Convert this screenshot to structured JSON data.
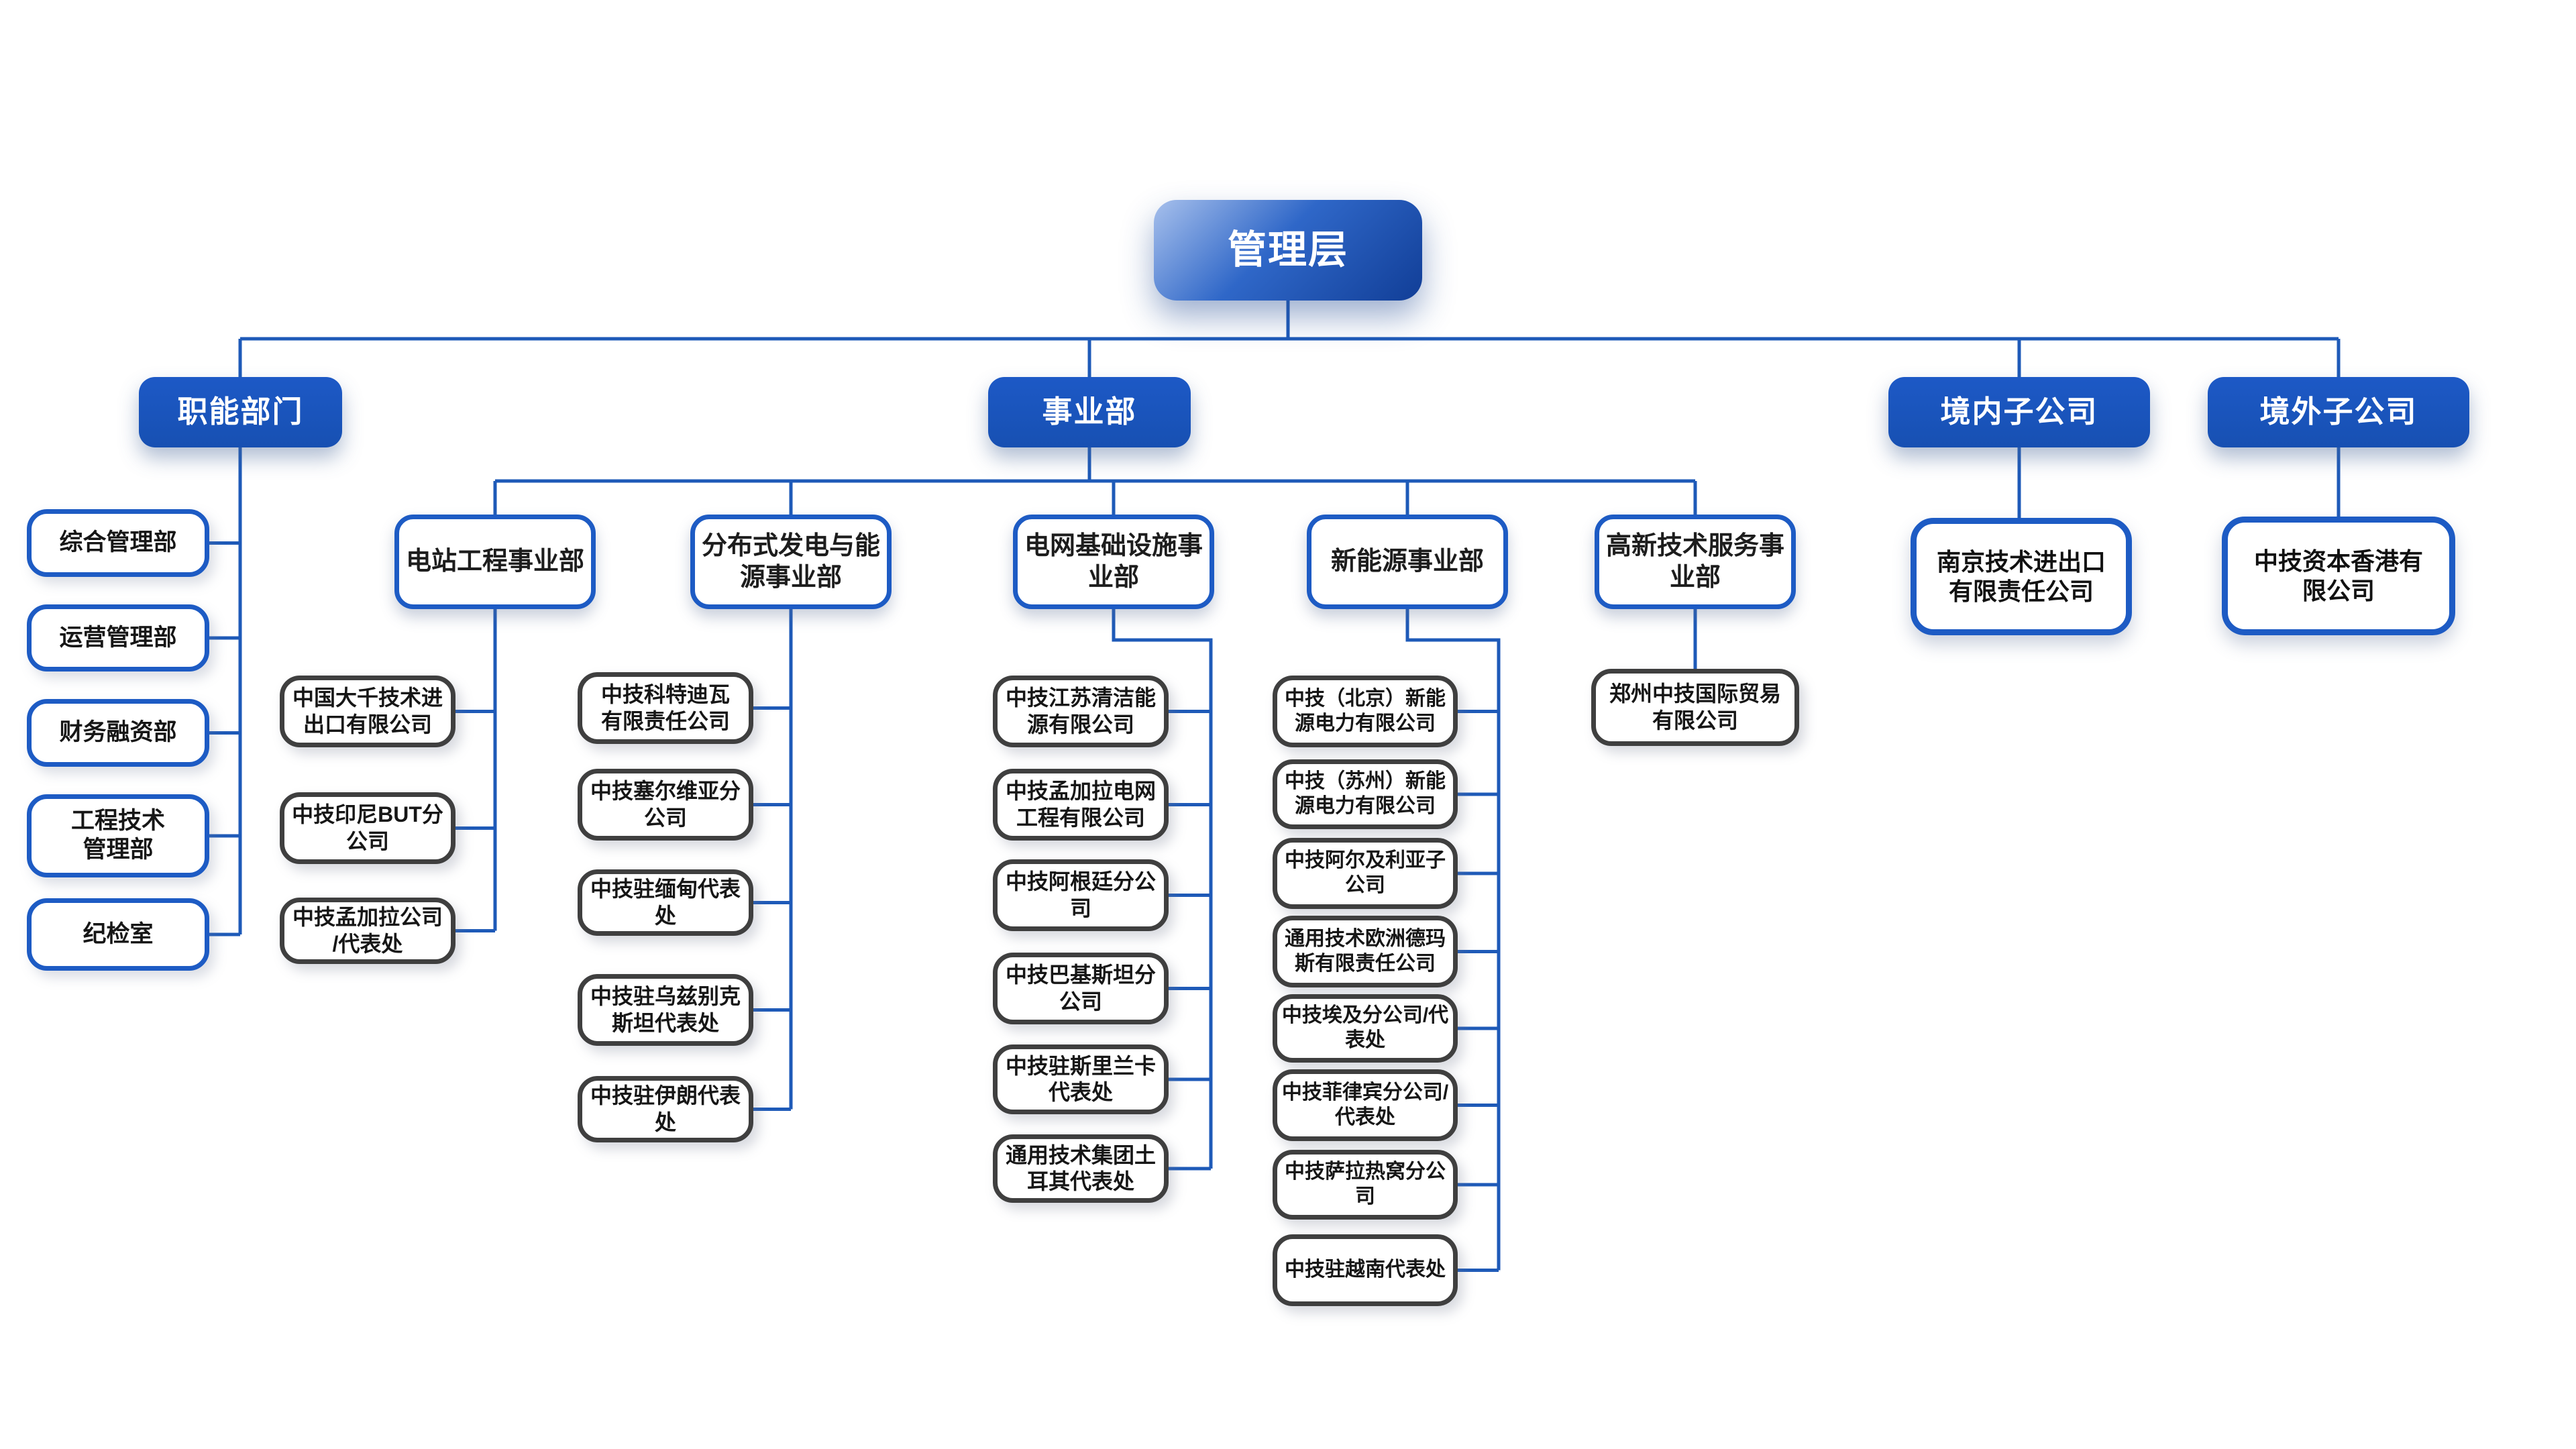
{
  "chart": {
    "root": {
      "id": "mgmt",
      "label": "管理层"
    },
    "groups": [
      {
        "id": "func",
        "label": "职能部门",
        "children": [
          {
            "id": "func-1",
            "label": "综合管理部"
          },
          {
            "id": "func-2",
            "label": "运营管理部"
          },
          {
            "id": "func-3",
            "label": "财务融资部"
          },
          {
            "id": "func-4",
            "label": "工程技术\n管理部"
          },
          {
            "id": "func-5",
            "label": "纪检室"
          }
        ]
      },
      {
        "id": "biz",
        "label": "事业部",
        "divisions": [
          {
            "id": "div-power",
            "label": "电站工程事业部",
            "children": [
              {
                "id": "power-1",
                "label": "中国大千技术进\n出口有限公司"
              },
              {
                "id": "power-2",
                "label": "中技印尼BUT分\n公司"
              },
              {
                "id": "power-3",
                "label": "中技孟加拉公司\n/代表处"
              }
            ]
          },
          {
            "id": "div-dist",
            "label": "分布式发电与能\n源事业部",
            "children": [
              {
                "id": "dist-1",
                "label": "中技科特迪瓦\n有限责任公司"
              },
              {
                "id": "dist-2",
                "label": "中技塞尔维亚分\n公司"
              },
              {
                "id": "dist-3",
                "label": "中技驻缅甸代表\n处"
              },
              {
                "id": "dist-4",
                "label": "中技驻乌兹别克\n斯坦代表处"
              },
              {
                "id": "dist-5",
                "label": "中技驻伊朗代表\n处"
              }
            ]
          },
          {
            "id": "div-grid",
            "label": "电网基础设施事\n业部",
            "children": [
              {
                "id": "grid-1",
                "label": "中技江苏清洁能\n源有限公司"
              },
              {
                "id": "grid-2",
                "label": "中技孟加拉电网\n工程有限公司"
              },
              {
                "id": "grid-3",
                "label": "中技阿根廷分公\n司"
              },
              {
                "id": "grid-4",
                "label": "中技巴基斯坦分\n公司"
              },
              {
                "id": "grid-5",
                "label": "中技驻斯里兰卡\n代表处"
              },
              {
                "id": "grid-6",
                "label": "通用技术集团土\n耳其代表处"
              }
            ]
          },
          {
            "id": "div-new",
            "label": "新能源事业部",
            "children": [
              {
                "id": "new-1",
                "label": "中技（北京）新能\n源电力有限公司"
              },
              {
                "id": "new-2",
                "label": "中技（苏州）新能\n源电力有限公司"
              },
              {
                "id": "new-3",
                "label": "中技阿尔及利亚子\n公司"
              },
              {
                "id": "new-4",
                "label": "通用技术欧洲德玛\n斯有限责任公司"
              },
              {
                "id": "new-5",
                "label": "中技埃及分公司/代\n表处"
              },
              {
                "id": "new-6",
                "label": "中技菲律宾分公司/\n代表处"
              },
              {
                "id": "new-7",
                "label": "中技萨拉热窝分公\n司"
              },
              {
                "id": "new-8",
                "label": "中技驻越南代表处"
              }
            ]
          },
          {
            "id": "div-hi",
            "label": "高新技术服务事\n业部",
            "children": [
              {
                "id": "hi-1",
                "label": "郑州中技国际贸易\n有限公司"
              }
            ]
          }
        ]
      },
      {
        "id": "domestic",
        "label": "境内子公司",
        "children": [
          {
            "id": "domestic-1",
            "label": "南京技术进出口\n有限责任公司"
          }
        ]
      },
      {
        "id": "overseas",
        "label": "境外子公司",
        "children": [
          {
            "id": "overseas-1",
            "label": "中技资本香港有\n限公司"
          }
        ]
      }
    ],
    "colors": {
      "accent_blue": "#1a55c0",
      "line_blue": "#1e5ab8",
      "dark_border": "#3f3f3f",
      "root_gradient_light": "#a7c0ec",
      "root_gradient_dark": "#113e97",
      "text_dark": "#1d1d1d"
    }
  }
}
